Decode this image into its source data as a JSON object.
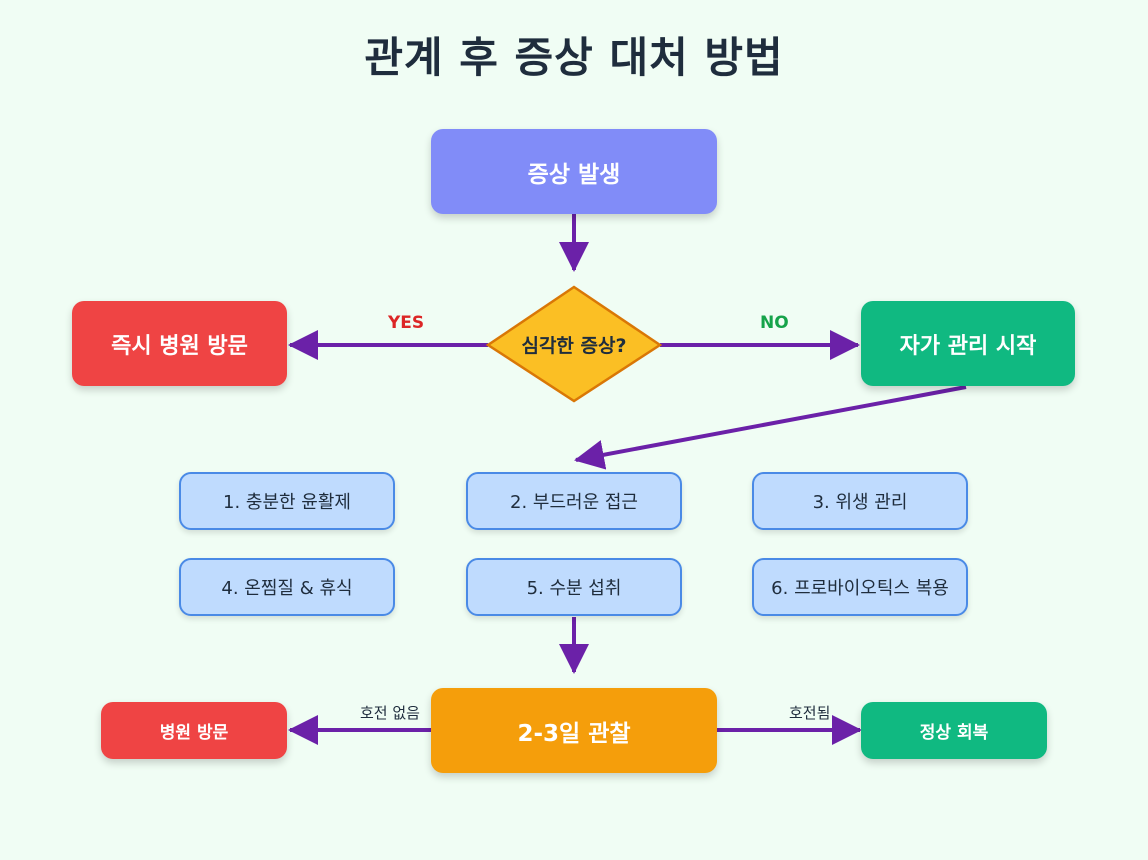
{
  "title": "관계 후 증상 대처 방법",
  "nodes": {
    "start": "증상 발생",
    "decision": "심각한 증상?",
    "urgent": "즉시 병원 방문",
    "selfcare": "자가 관리 시작",
    "observe": "2-3일 관찰",
    "hospital": "병원 방문",
    "recovery": "정상 회복"
  },
  "edge_labels": {
    "yes": "YES",
    "no": "NO",
    "no_improvement": "호전 없음",
    "improved": "호전됨"
  },
  "steps": [
    "1. 충분한 윤활제",
    "2. 부드러운 접근",
    "3. 위생 관리",
    "4. 온찜질 & 휴식",
    "5. 수분 섭취",
    "6. 프로바이오틱스 복용"
  ],
  "colors": {
    "background": "#f0fdf4",
    "start": "#818cf8",
    "decision": "#fbbf24",
    "urgent": "#ef4444",
    "selfcare": "#10b981",
    "observe": "#f59e0b",
    "arrow": "#6b21a8",
    "step_fill": "#bfdbfe",
    "step_border": "#4a8ae6"
  }
}
